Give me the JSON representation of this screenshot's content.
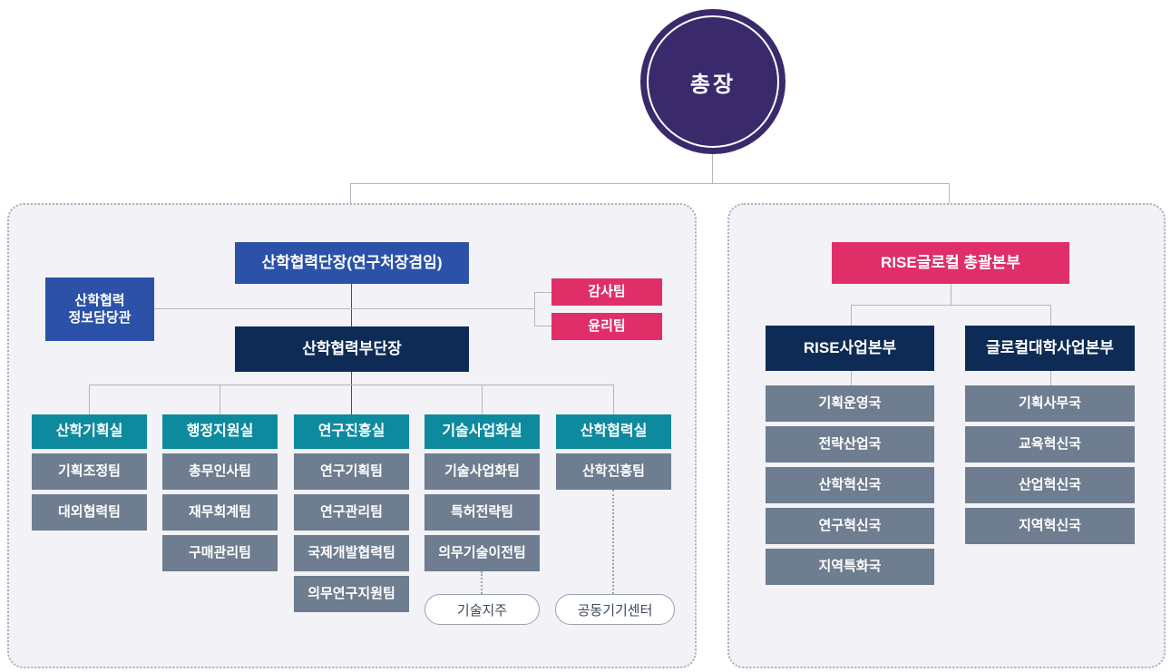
{
  "colors": {
    "president_purple": "#3a2a6b",
    "head_blue": "#2b52a8",
    "deputy_navy": "#0e2b55",
    "accent_pink": "#e02e69",
    "division_teal": "#0e8a9e",
    "team_gray": "#6e7d8f",
    "panel_background": "#f2f2f7"
  },
  "president": {
    "label": "총장"
  },
  "left_panel": {
    "head": "산학협력단장(연구처장겸임)",
    "info_officer": [
      "산학협력",
      "정보담당관"
    ],
    "audit_teams": [
      "감사팀",
      "윤리팀"
    ],
    "deputy_head": "산학협력부단장",
    "divisions": [
      {
        "label": "산학기획실",
        "teams": [
          "기획조정팀",
          "대외협력팀"
        ]
      },
      {
        "label": "행정지원실",
        "teams": [
          "총무인사팀",
          "재무회계팀",
          "구매관리팀"
        ]
      },
      {
        "label": "연구진흥실",
        "teams": [
          "연구기획팀",
          "연구관리팀",
          "국제개발협력팀",
          "의무연구지원팀"
        ]
      },
      {
        "label": "기술사업화실",
        "teams": [
          "기술사업화팀",
          "특허전략팀",
          "의무기술이전팀"
        ],
        "affiliate": "기술지주"
      },
      {
        "label": "산학협력실",
        "teams": [
          "산학진흥팀"
        ],
        "affiliate": "공동기기센터"
      }
    ]
  },
  "right_panel": {
    "head": "RISE글로컬 총괄본부",
    "branches": [
      {
        "label": "RISE사업본부",
        "bureaus": [
          "기획운영국",
          "전략산업국",
          "산학혁신국",
          "연구혁신국",
          "지역특화국"
        ]
      },
      {
        "label": "글로컬대학사업본부",
        "bureaus": [
          "기획사무국",
          "교육혁신국",
          "산업혁신국",
          "지역혁신국"
        ]
      }
    ]
  }
}
